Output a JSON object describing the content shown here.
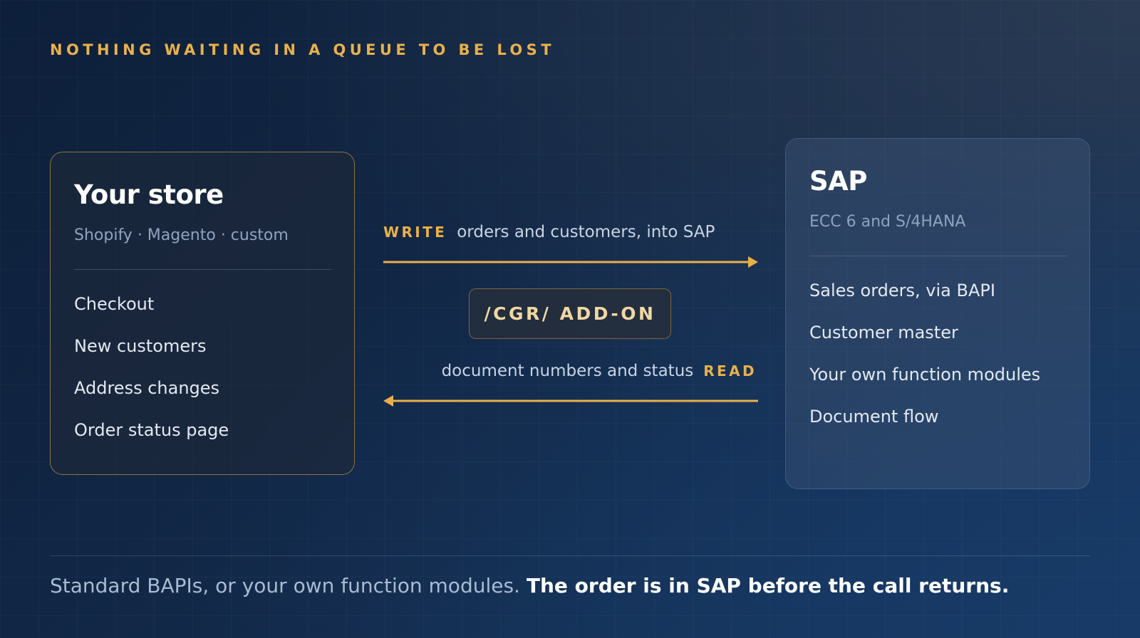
{
  "eyebrow": "NOTHING WAITING IN A QUEUE TO BE LOST",
  "store": {
    "title": "Your store",
    "subtitle": "Shopify · Magento · custom",
    "items": [
      "Checkout",
      "New customers",
      "Address changes",
      "Order status page"
    ]
  },
  "sap": {
    "title": "SAP",
    "subtitle": "ECC 6 and S/4HANA",
    "items": [
      "Sales orders, via BAPI",
      "Customer master",
      "Your own function modules",
      "Document flow"
    ]
  },
  "flow": {
    "write_verb": "WRITE",
    "write_text": "orders and customers, into SAP",
    "read_text": "document numbers and status",
    "read_verb": "READ",
    "addon_label": "/CGR/ ADD-ON"
  },
  "colors": {
    "accent": "#e9b04a",
    "background": "#10233f"
  },
  "footer": {
    "lead": "Standard BAPIs, or your own function modules.",
    "emphasis": "The order is in SAP before the call returns."
  }
}
